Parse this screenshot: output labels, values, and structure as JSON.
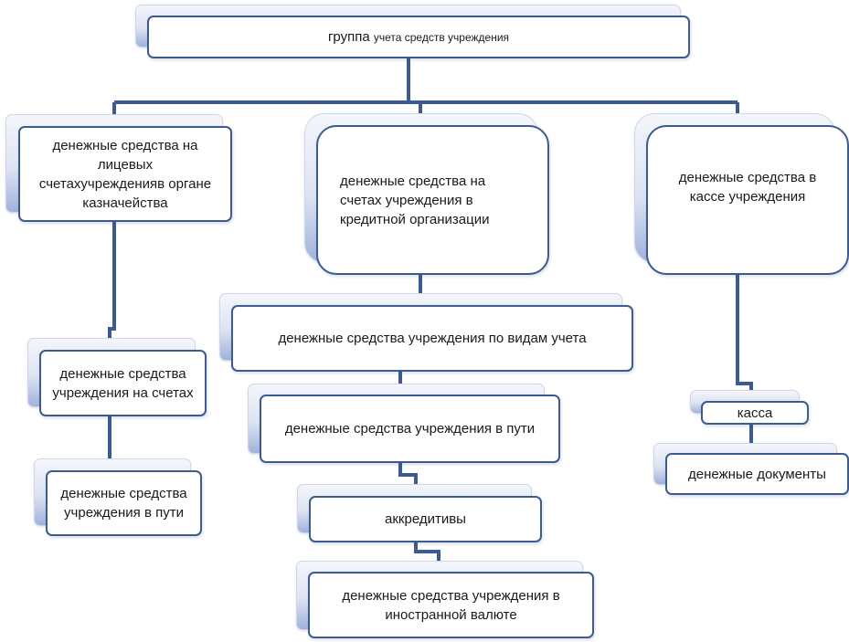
{
  "root": {
    "word": "группа",
    "rest": "учета средств учреждения"
  },
  "nodes": {
    "treasury": "денежные средства на лицевых счетахучрежденияв органе казначейства",
    "credit_org": "денежные средства на счетах учреждения в кредитной организации",
    "cashbox": "денежные средства в кассе учреждения",
    "on_accounts": "денежные средства учреждения на счетах",
    "in_transit_left": "денежные средства учреждения в пути",
    "by_accounting_type": "денежные средства учреждения по видам учета",
    "in_transit_mid": "денежные средства учреждения в пути",
    "letters_of_credit": "аккредитивы",
    "foreign_currency": "денежные средства учреждения в иностранной валюте",
    "kassa": "касса",
    "money_documents": "денежные документы"
  },
  "colors": {
    "border": "#3b5b92",
    "connector": "#3b5b92",
    "shadow": "#9fb2dc"
  }
}
